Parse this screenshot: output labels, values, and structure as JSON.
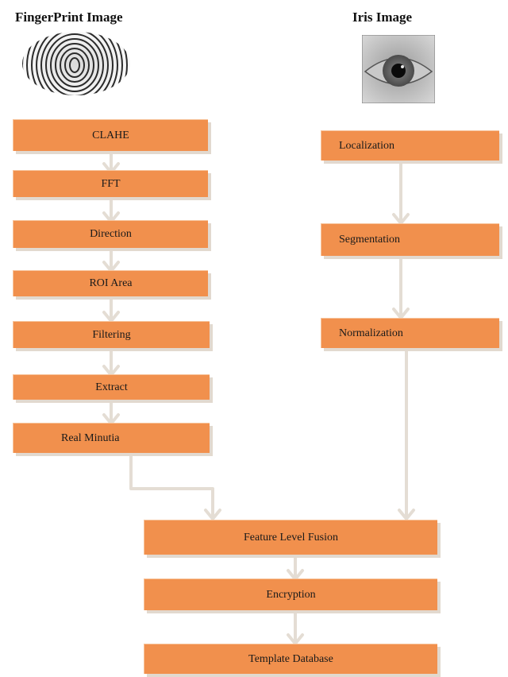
{
  "fingerprint": {
    "heading": "FingerPrint Image",
    "steps": [
      "CLAHE",
      "FFT",
      "Direction",
      "ROI Area",
      "Filtering",
      "Extract",
      "Real Minutia"
    ]
  },
  "iris": {
    "heading": "Iris Image",
    "steps": [
      "Localization",
      "Segmentation",
      "Normalization"
    ]
  },
  "merged": {
    "steps": [
      "Feature Level Fusion",
      "Encryption",
      "Template Database"
    ]
  }
}
